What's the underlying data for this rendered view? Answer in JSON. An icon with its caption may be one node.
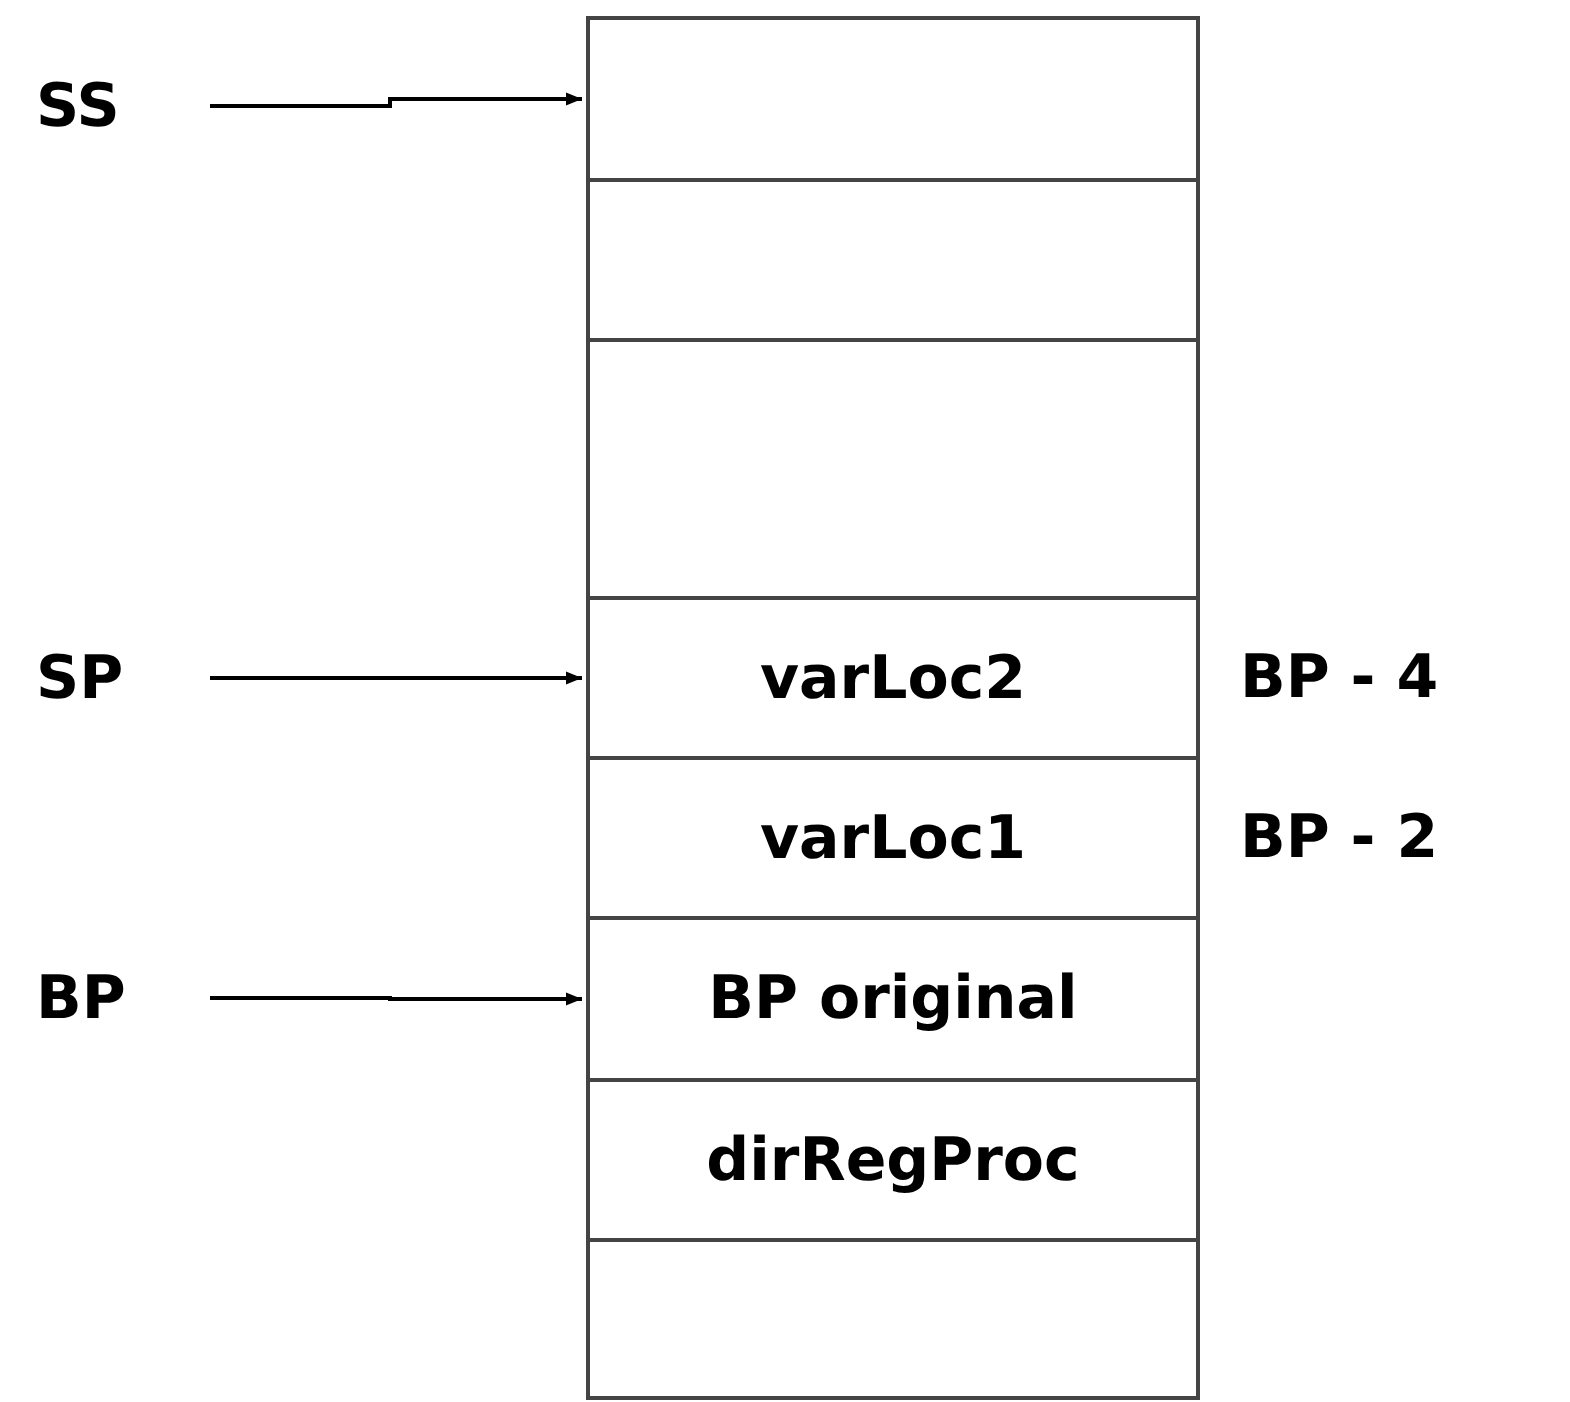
{
  "diagram": {
    "nodes": [
      {
        "text": [
          "SS"
        ]
      },
      {
        "text": [
          "SP"
        ]
      },
      {
        "text": [
          "BP"
        ]
      },
      {
        "text": [],
        "shape": "box"
      },
      {
        "text": [],
        "shape": "box"
      },
      {
        "text": [],
        "shape": "box"
      },
      {
        "text": [
          "varLoc2"
        ],
        "beside": [
          "BP - 4"
        ]
      },
      {
        "text": [
          "varLoc1"
        ],
        "beside": [
          "BP - 2"
        ]
      },
      {
        "text": [
          "BP original"
        ]
      },
      {
        "text": [
          "dirRegProc"
        ]
      },
      {
        "text": [],
        "shape": "box"
      }
    ],
    "edges": [
      {
        "from": 0,
        "to": 3,
        "arrow": "to"
      },
      {
        "from": 1,
        "to": 6,
        "arrow": "to"
      },
      {
        "from": 2,
        "to": 8,
        "arrow": "to"
      }
    ]
  }
}
